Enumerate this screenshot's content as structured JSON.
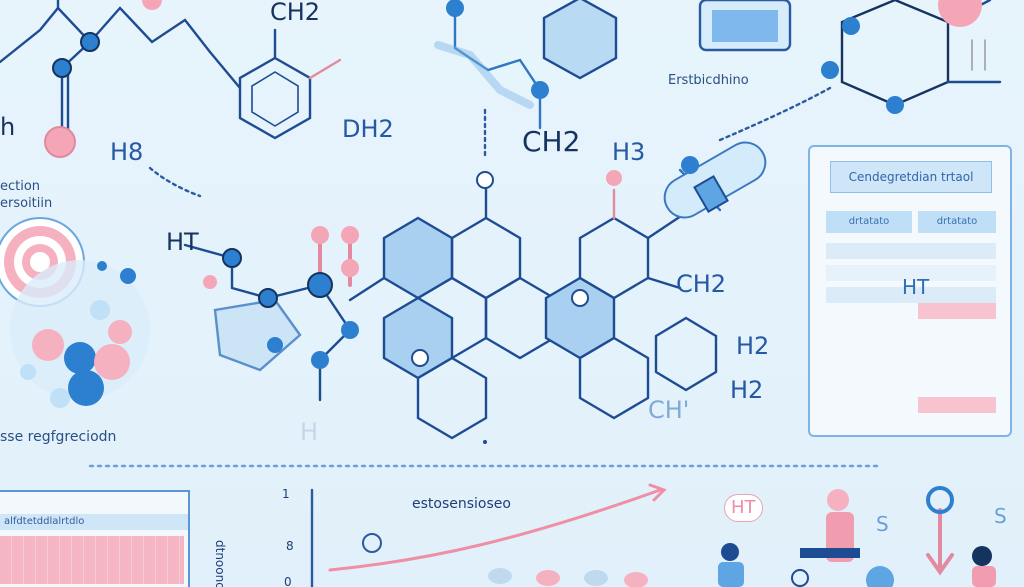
{
  "labels": {
    "top_ch2": "CH2",
    "top_left_h": "h",
    "h8_left": "H8",
    "dh2": "DH2",
    "ch2_center": "CH2",
    "h3_center": "H3",
    "ht_left": "HT",
    "ch2_right": "CH2",
    "h2_right_1": "H2",
    "h2_right_2": "H2",
    "ch_prime": "CH'",
    "caption_top_right": "Erstbicdhino",
    "left_caption_1": "ection",
    "left_caption_2": "ersoitiin",
    "left_bottom_caption": "sse regfgreciodn",
    "panel_title": "Cendegretdian trtaol",
    "panel_col_1": "drtatato",
    "panel_col_2": "drtatato",
    "panel_ht": "HT",
    "bottom_table_header": "alfdtetddlalrtdlo",
    "chart_title": "estosensioseo",
    "chart_axis_label": "dtnoonoe",
    "chart_tick_top": "1",
    "chart_tick_mid": "8",
    "chart_tick_bottom": "0",
    "ht_sticker": "HT",
    "s_mark_1": "S",
    "s_mark_2": "S",
    "bottom_h": "H"
  }
}
